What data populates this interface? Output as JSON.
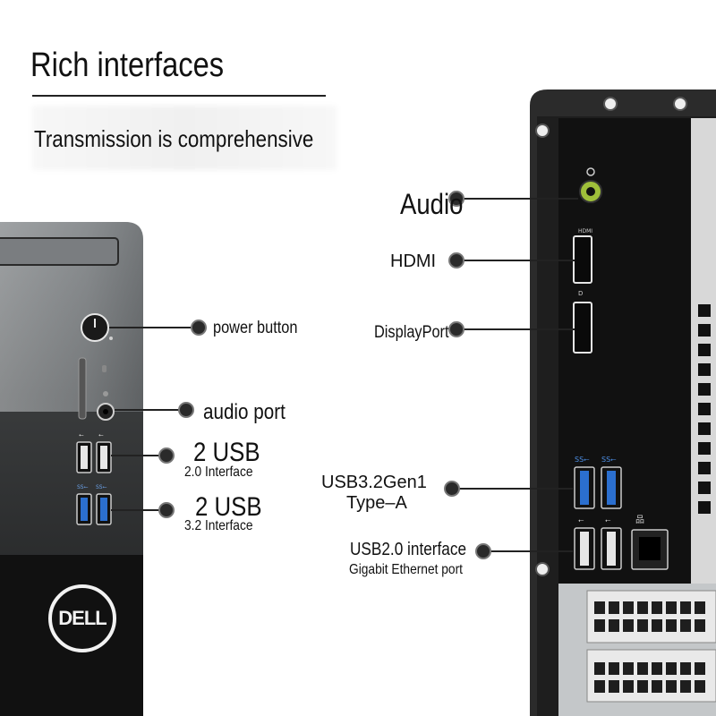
{
  "header": {
    "title": "Rich interfaces",
    "subtitle": "Transmission is comprehensive"
  },
  "front_labels": {
    "power_button": "power button",
    "audio_port": "audio port",
    "usb2_count": "2 USB",
    "usb2_interface": "2.0 Interface",
    "usb3_count": "2 USB",
    "usb3_interface": "3.2 Interface"
  },
  "rear_labels": {
    "audio": "Audio",
    "hdmi": "HDMI",
    "displayport": "DisplayPort",
    "usb32_line1": "USB3.2Gen1",
    "usb32_line2": "Type–A",
    "usb20": "USB2.0 interface",
    "ethernet": "Gigabit Ethernet port"
  },
  "brand": {
    "logo_text": "DELL",
    "logo_icon": "dell-logo-icon"
  },
  "port_glyphs": {
    "hdmi": "HDMI",
    "usb_superspeed": "SS⭠"
  },
  "colors": {
    "chassis_dark": "#1b1b1b",
    "chassis_silver": "#b9bdc0",
    "usb3_blue": "#2b6fcf",
    "audio_green": "#9fbf3a",
    "text": "#111111"
  }
}
